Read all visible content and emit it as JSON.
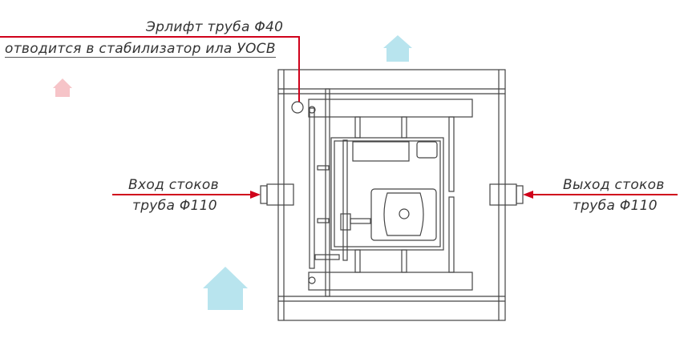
{
  "labels": {
    "airlift_title": "Эрлифт труба Φ40",
    "airlift_note": "отводится в стабилизатор ила УОСВ",
    "inlet_title": "Вход стоков",
    "inlet_pipe": "труба Φ110",
    "outlet_title": "Выход стоков",
    "outlet_pipe": "труба Φ110"
  },
  "colors": {
    "leader": "#d0021b",
    "lines": "#444444",
    "watermark_blue": "#b8e4ee",
    "watermark_pink": "#f6c4c8"
  }
}
